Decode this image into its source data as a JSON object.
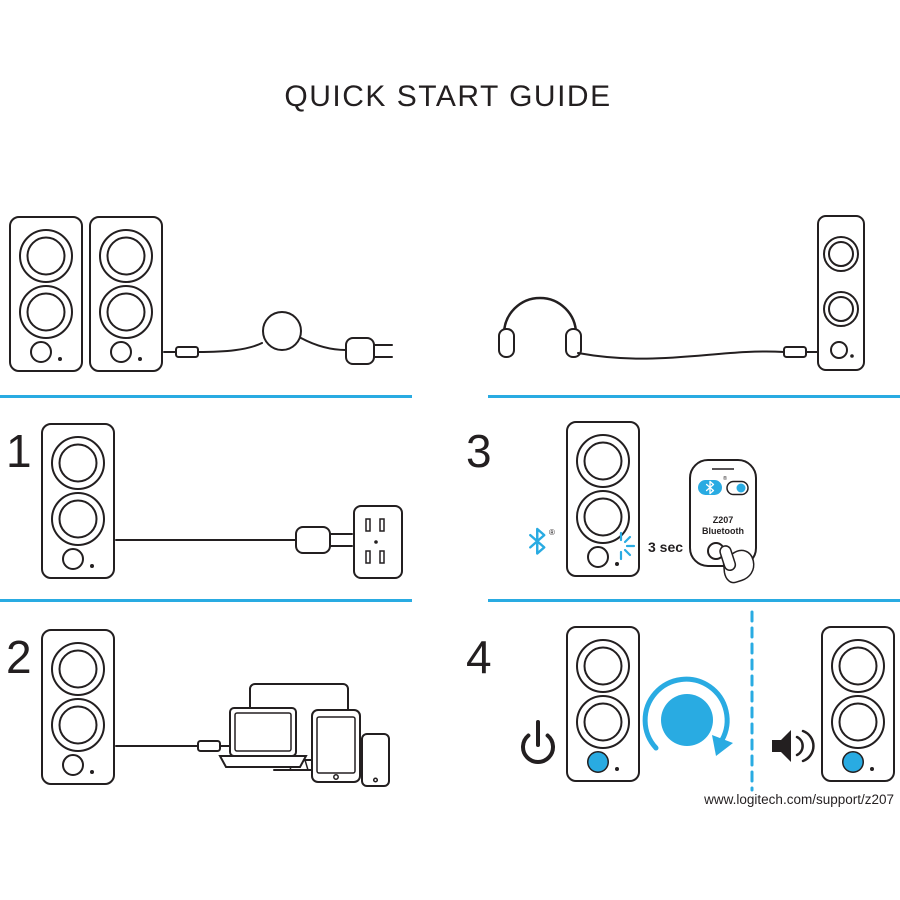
{
  "title": "QUICK START GUIDE",
  "colors": {
    "accent": "#29abe2",
    "ink": "#231f20"
  },
  "steps": {
    "one": {
      "number": "1"
    },
    "two": {
      "number": "2"
    },
    "three": {
      "number": "3",
      "hold_duration": "3 sec",
      "registered_mark": "®",
      "device_label_line1": "Z207",
      "device_label_line2": "Bluetooth"
    },
    "four": {
      "number": "4"
    }
  },
  "footer": {
    "support_url": "www.logitech.com/support/z207"
  }
}
